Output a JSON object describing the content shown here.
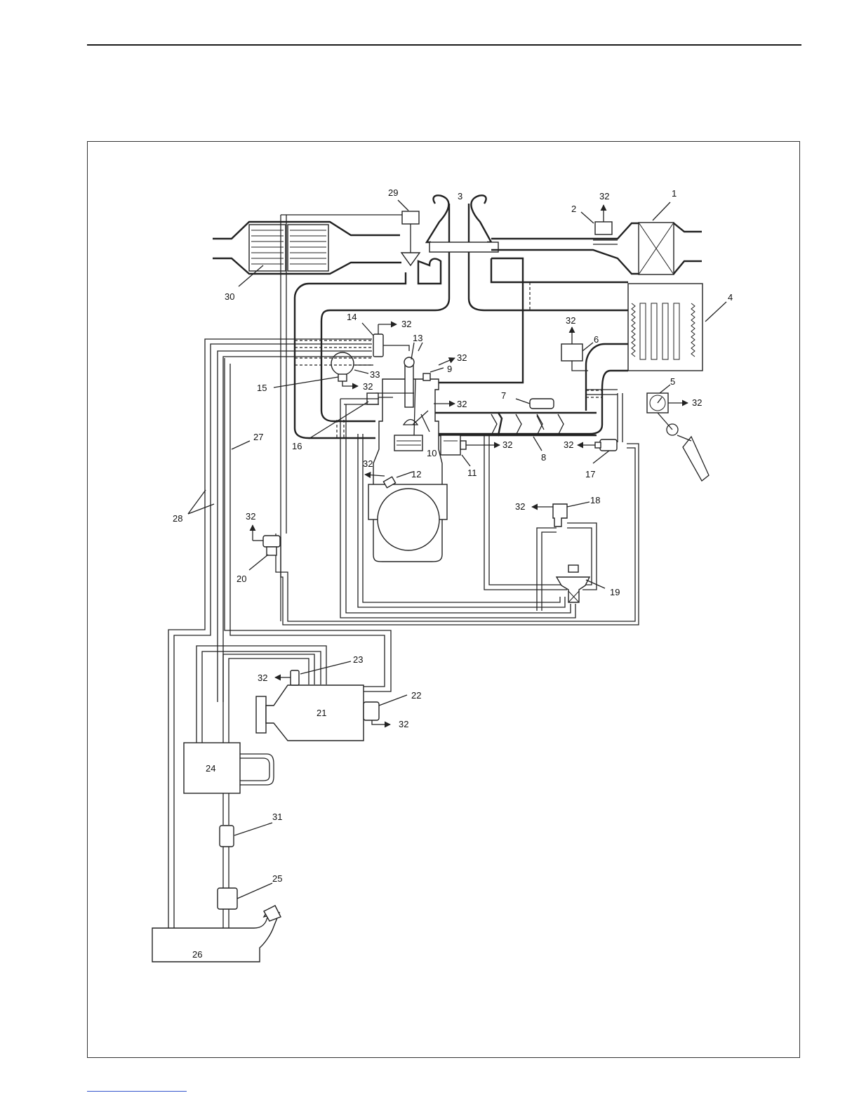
{
  "labels": {
    "c1": "1",
    "c2": "2",
    "c3": "3",
    "c4": "4",
    "c5": "5",
    "c6": "6",
    "c7": "7",
    "c8": "8",
    "c9": "9",
    "c10": "10",
    "c11": "11",
    "c12": "12",
    "c13": "13",
    "c14": "14",
    "c15": "15",
    "c16": "16",
    "c17": "17",
    "c18": "18",
    "c19": "19",
    "c20": "20",
    "c21": "21",
    "c22": "22",
    "c23": "23",
    "c24": "24",
    "c25": "25",
    "c26": "26",
    "c27": "27",
    "c28": "28",
    "c29": "29",
    "c30": "30",
    "c31": "31",
    "c33": "33"
  },
  "ecm_ref": "32"
}
